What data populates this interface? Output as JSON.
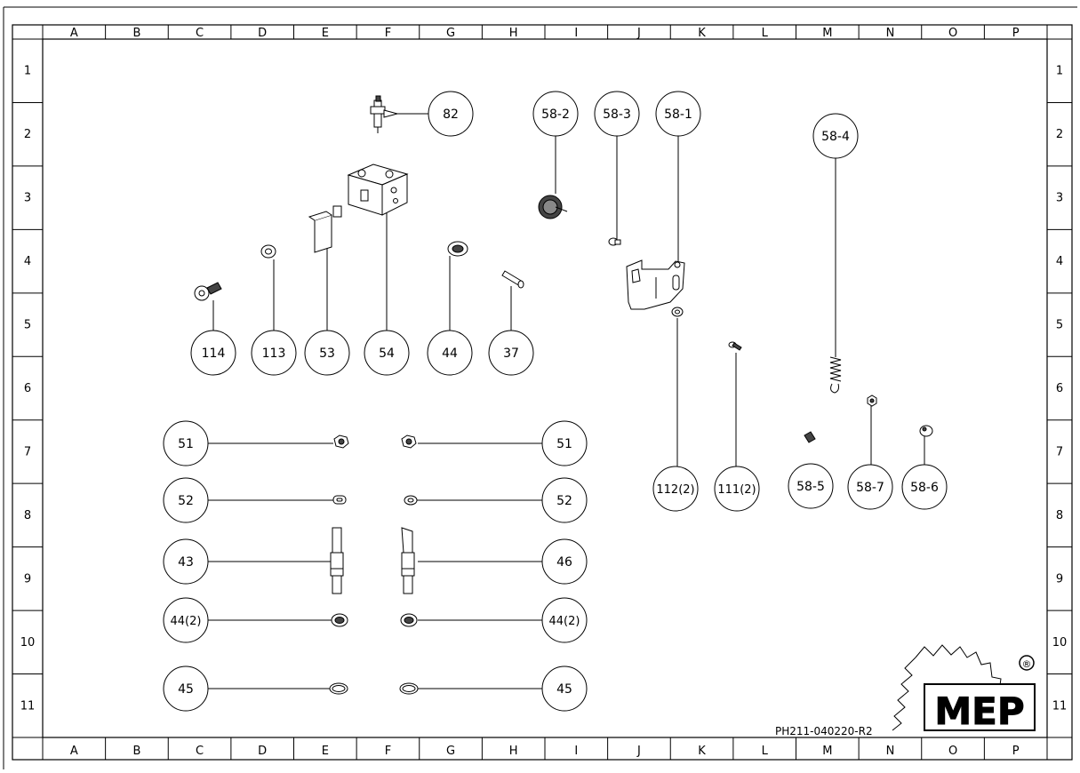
{
  "grid": {
    "columns": [
      "A",
      "B",
      "C",
      "D",
      "E",
      "F",
      "G",
      "H",
      "I",
      "J",
      "K",
      "L",
      "M",
      "N",
      "O",
      "P"
    ],
    "columns_bottom": [
      "A",
      "B",
      "C",
      "D",
      "E",
      "F",
      "G",
      "H",
      "I",
      "J",
      "K",
      "L",
      "M",
      "N",
      "O",
      "P"
    ],
    "rows": [
      "1",
      "2",
      "3",
      "4",
      "5",
      "6",
      "7",
      "8",
      "9",
      "10",
      "11"
    ]
  },
  "balloons": {
    "b82": "82",
    "b58_2": "58-2",
    "b58_3": "58-3",
    "b58_1": "58-1",
    "b58_4": "58-4",
    "b114": "114",
    "b113": "113",
    "b53": "53",
    "b54": "54",
    "b44": "44",
    "b37": "37",
    "b51l": "51",
    "b51r": "51",
    "b52l": "52",
    "b52r": "52",
    "b43": "43",
    "b46": "46",
    "b44_2l": "44(2)",
    "b44_2r": "44(2)",
    "b45l": "45",
    "b45r": "45",
    "b112_2": "112(2)",
    "b111_2": "111(2)",
    "b58_5": "58-5",
    "b58_7": "58-7",
    "b58_6": "58-6"
  },
  "drawing_number": "PH211-040220-R2",
  "logo": {
    "text": "MEP",
    "registered": "®"
  }
}
